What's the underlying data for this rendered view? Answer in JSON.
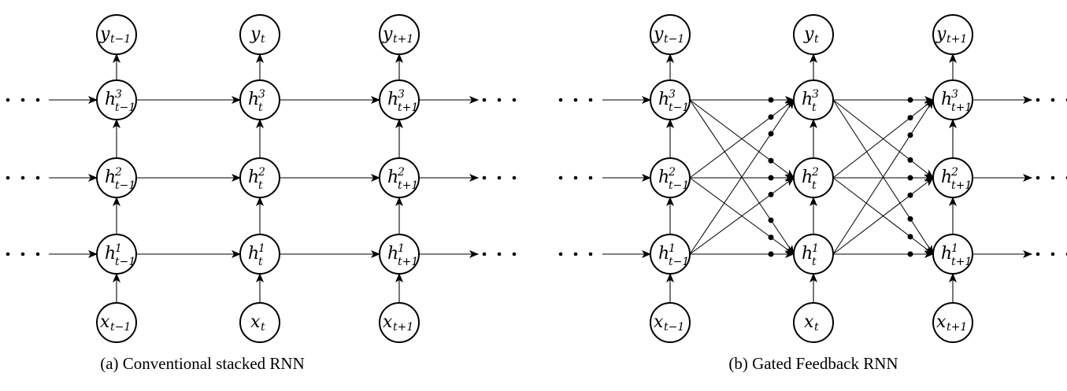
{
  "figures": [
    {
      "id": "a",
      "caption": "(a) Conventional stacked RNN",
      "gated": false,
      "timesteps": [
        {
          "output": {
            "base": "y",
            "sub": "t−1"
          },
          "input": {
            "base": "x",
            "sub": "t−1"
          },
          "hidden": [
            {
              "base": "h",
              "sup": "3",
              "sub": "t−1"
            },
            {
              "base": "h",
              "sup": "2",
              "sub": "t−1"
            },
            {
              "base": "h",
              "sup": "1",
              "sub": "t−1"
            }
          ]
        },
        {
          "output": {
            "base": "y",
            "sub": "t"
          },
          "input": {
            "base": "x",
            "sub": "t"
          },
          "hidden": [
            {
              "base": "h",
              "sup": "3",
              "sub": "t"
            },
            {
              "base": "h",
              "sup": "2",
              "sub": "t"
            },
            {
              "base": "h",
              "sup": "1",
              "sub": "t"
            }
          ]
        },
        {
          "output": {
            "base": "y",
            "sub": "t+1"
          },
          "input": {
            "base": "x",
            "sub": "t+1"
          },
          "hidden": [
            {
              "base": "h",
              "sup": "3",
              "sub": "t+1"
            },
            {
              "base": "h",
              "sup": "2",
              "sub": "t+1"
            },
            {
              "base": "h",
              "sup": "1",
              "sub": "t+1"
            }
          ]
        }
      ]
    },
    {
      "id": "b",
      "caption": "(b) Gated Feedback RNN",
      "gated": true,
      "timesteps": [
        {
          "output": {
            "base": "y",
            "sub": "t−1"
          },
          "input": {
            "base": "x",
            "sub": "t−1"
          },
          "hidden": [
            {
              "base": "h",
              "sup": "3",
              "sub": "t−1"
            },
            {
              "base": "h",
              "sup": "2",
              "sub": "t−1"
            },
            {
              "base": "h",
              "sup": "1",
              "sub": "t−1"
            }
          ]
        },
        {
          "output": {
            "base": "y",
            "sub": "t"
          },
          "input": {
            "base": "x",
            "sub": "t"
          },
          "hidden": [
            {
              "base": "h",
              "sup": "3",
              "sub": "t"
            },
            {
              "base": "h",
              "sup": "2",
              "sub": "t"
            },
            {
              "base": "h",
              "sup": "1",
              "sub": "t"
            }
          ]
        },
        {
          "output": {
            "base": "y",
            "sub": "t+1"
          },
          "input": {
            "base": "x",
            "sub": "t+1"
          },
          "hidden": [
            {
              "base": "h",
              "sup": "3",
              "sub": "t+1"
            },
            {
              "base": "h",
              "sup": "2",
              "sub": "t+1"
            },
            {
              "base": "h",
              "sup": "1",
              "sub": "t+1"
            }
          ]
        }
      ]
    }
  ],
  "ellipsis": "·  ·  ·",
  "layers": 3
}
